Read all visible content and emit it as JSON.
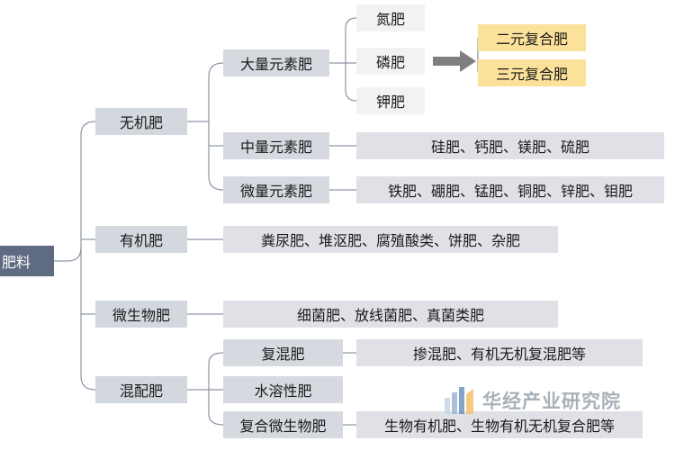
{
  "root": {
    "label": "肥料"
  },
  "categories": {
    "inorganic": {
      "label": "无机肥",
      "macro": {
        "label": "大量元素肥",
        "items": [
          "氮肥",
          "磷肥",
          "钾肥"
        ],
        "compounds": [
          "二元复合肥",
          "三元复合肥"
        ]
      },
      "secondary": {
        "label": "中量元素肥",
        "detail": "硅肥、钙肥、镁肥、硫肥"
      },
      "micro": {
        "label": "微量元素肥",
        "detail": "铁肥、硼肥、锰肥、铜肥、锌肥、钼肥"
      }
    },
    "organic": {
      "label": "有机肥",
      "detail": "粪尿肥、堆沤肥、腐殖酸类、饼肥、杂肥"
    },
    "microbial": {
      "label": "微生物肥",
      "detail": "细菌肥、放线菌肥、真菌类肥"
    },
    "blended": {
      "label": "混配肥",
      "compound_mix": {
        "label": "复混肥",
        "detail": "掺混肥、有机无机复混肥等"
      },
      "water_soluble": {
        "label": "水溶性肥"
      },
      "compound_microbial": {
        "label": "复合微生物肥",
        "detail": "生物有机肥、生物有机无机复合肥等"
      }
    }
  },
  "watermark": {
    "text": "华经产业研究院"
  },
  "colors": {
    "root_box": "#5f6b81",
    "level_box": "#d3d7de",
    "leaf_box": "#f2f2f2",
    "detail_box": "#dfe1e6",
    "highlight_box": "#fbe19a",
    "connector": "#8c95a3",
    "arrow": "#7f7f7f"
  }
}
